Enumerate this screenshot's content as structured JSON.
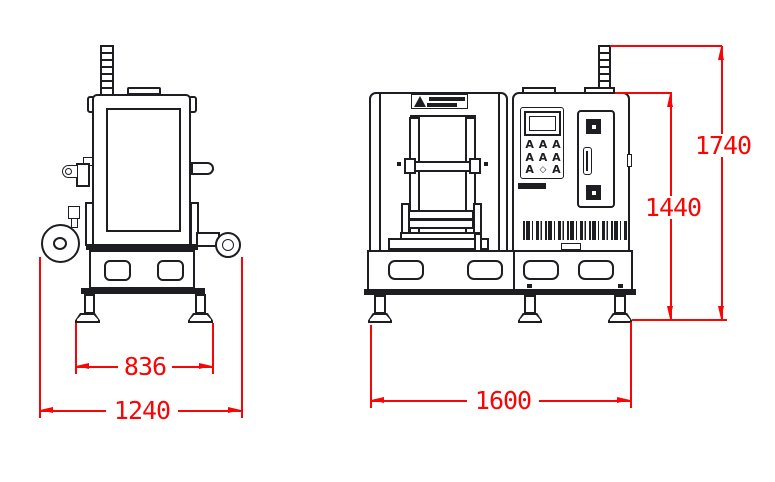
{
  "drawing": {
    "description": "two-view engineering drawing of roller press machine",
    "palette": {
      "ink": "#1d1d22",
      "dimension_red": "#f80606",
      "paper": "#ffffff"
    }
  },
  "dims": {
    "feet_span": "836",
    "overall_width_side": "1240",
    "overall_width_front": "1600",
    "body_height": "1440",
    "overall_height": "1740"
  },
  "panel": {
    "keypad": [
      "A",
      "A",
      "A",
      "A",
      "A",
      "A",
      "A",
      "◇",
      "A"
    ]
  }
}
